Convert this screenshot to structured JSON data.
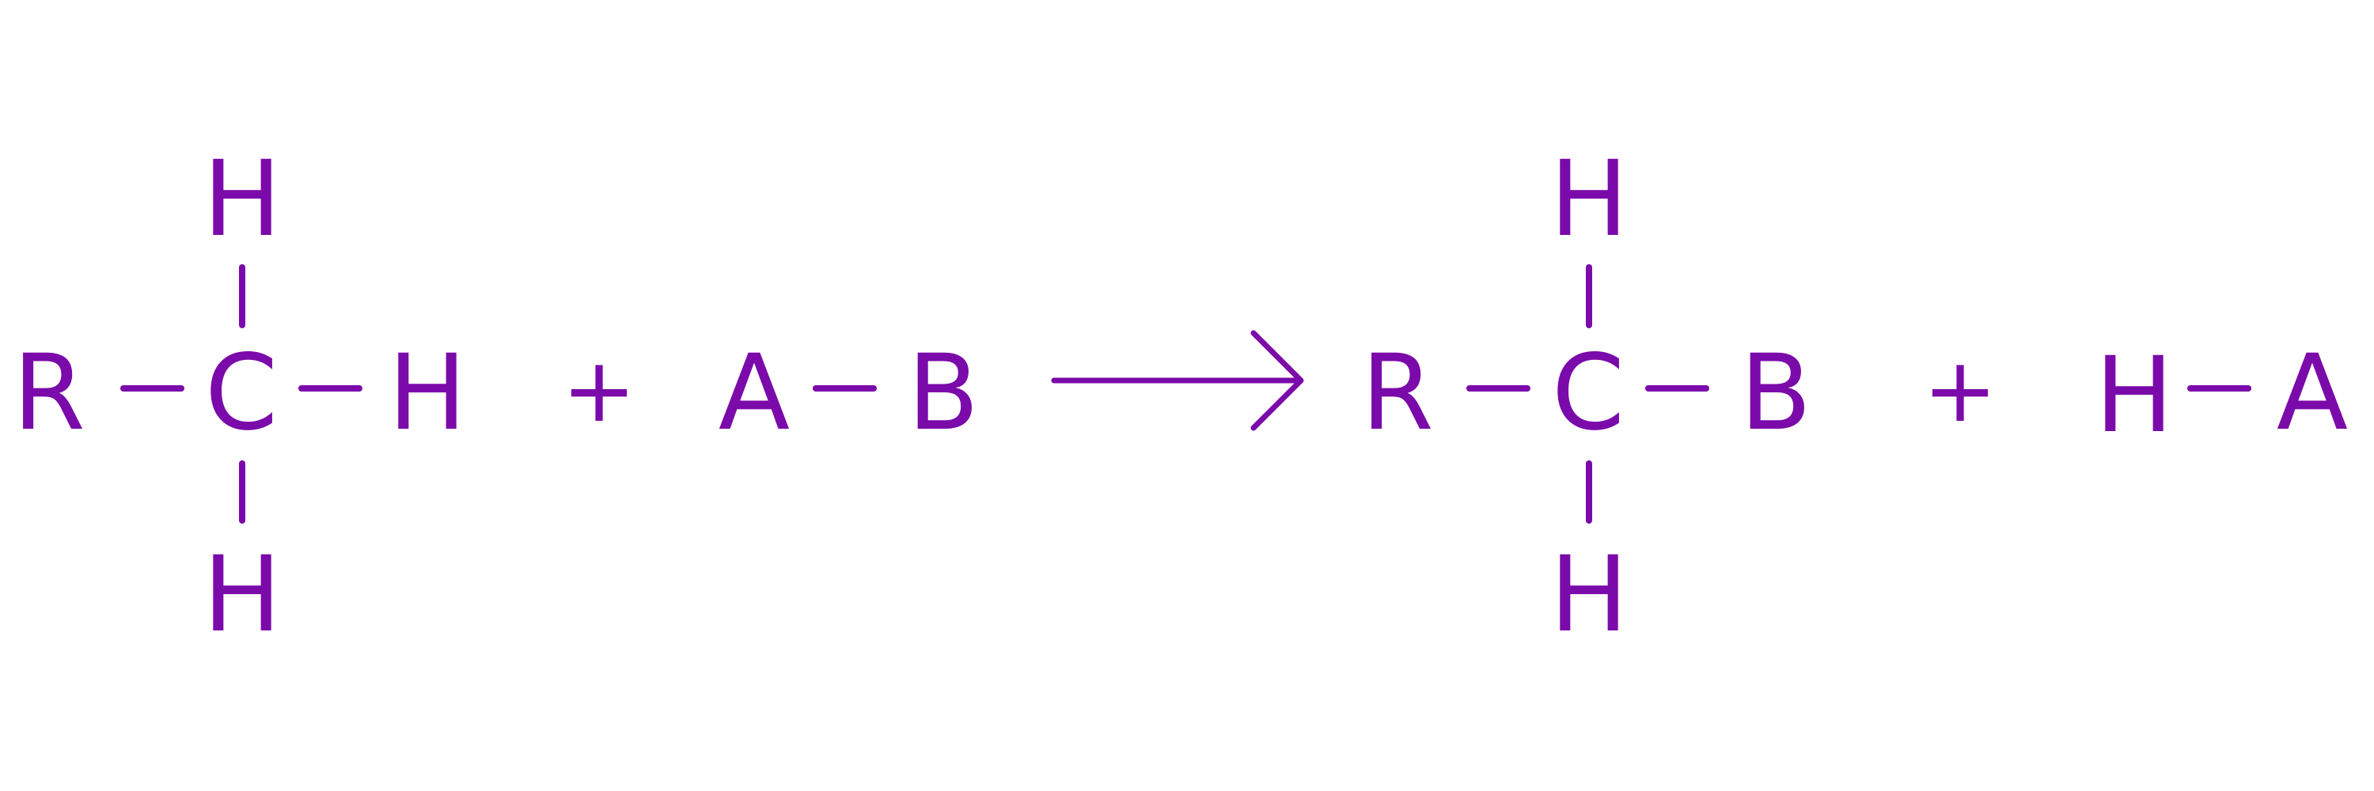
{
  "colors": {
    "ink": "#7b0aaa",
    "background": "#ffffff"
  },
  "reactants": {
    "molecule1": {
      "left": "R",
      "center": "C",
      "right": "H",
      "top": "H",
      "bottom": "H"
    },
    "plus": "+",
    "molecule2": {
      "left": "A",
      "right": "B"
    }
  },
  "products": {
    "molecule1": {
      "left": "R",
      "center": "C",
      "right": "B",
      "top": "H",
      "bottom": "H"
    },
    "plus": "+",
    "molecule2": {
      "left": "H",
      "right": "A"
    }
  }
}
